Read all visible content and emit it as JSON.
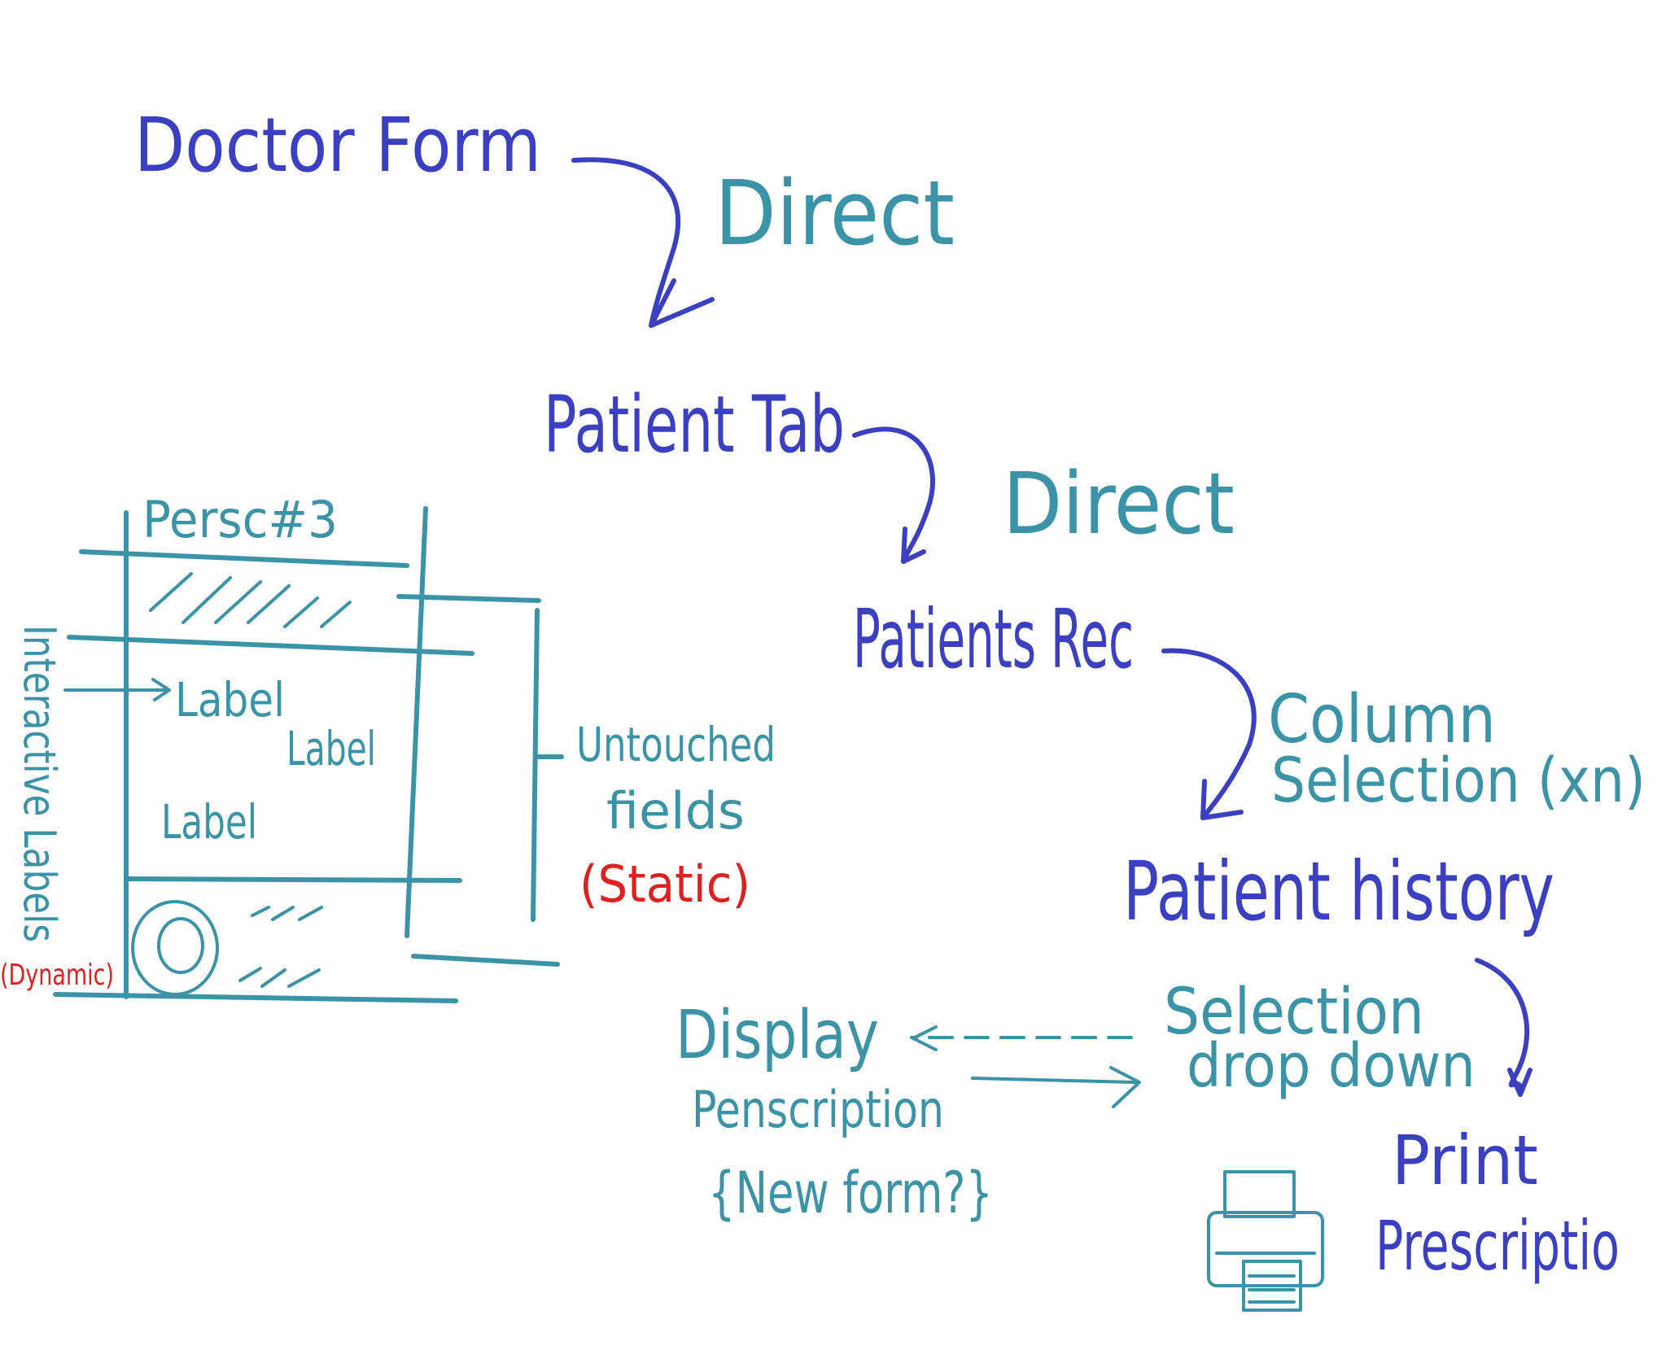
{
  "flow": {
    "doctor_form": "Doctor Form",
    "direct_1": "Direct",
    "patient_tab": "Patient Tab",
    "direct_2": "Direct",
    "patients_rec": "Patients Rec",
    "column_selection_line1": "Column",
    "column_selection_line2": "Selection (xn)",
    "patient_history": "Patient history",
    "selection_drop_down_line1": "Selection",
    "selection_drop_down_line2": "drop down",
    "display_line1": "Display",
    "display_line2": "Penscription",
    "display_line3": "{New form?}",
    "print_line1": "Print",
    "print_line2": "Prescriptio"
  },
  "form_sketch": {
    "title": "Persc#3",
    "labels": [
      "Label",
      "Label",
      "Label"
    ],
    "interactive_labels": "Interactive Labels",
    "dynamic": "(Dynamic)",
    "untouched_line1": "Untouched",
    "untouched_line2": "fields",
    "static": "(Static)"
  },
  "colors": {
    "blue": "#3b3fc2",
    "teal": "#3a93a7",
    "red": "#e02020"
  },
  "icons": [
    "printer-icon",
    "circle-button-icon"
  ]
}
